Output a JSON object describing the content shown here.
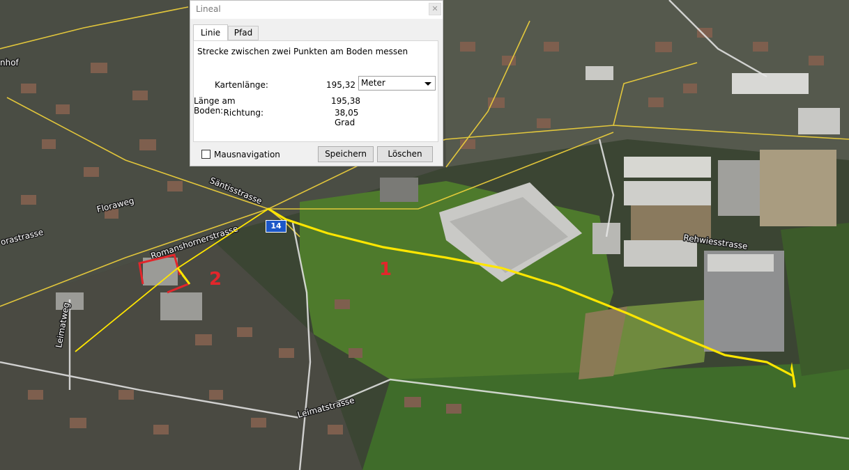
{
  "map": {
    "road_labels": [
      "nhof",
      "Säntisstrasse",
      "Floraweg",
      "orastrasse",
      "Romanshornerstrasse",
      "Leimatweg",
      "Leimatstrasse",
      "Rehwiesstrasse"
    ],
    "route_shield": "14",
    "annotations": [
      "1",
      "2"
    ],
    "colors": {
      "measure_line": "#ffe600",
      "annotation": "#e3262b",
      "route_shield": "#1c57c8"
    }
  },
  "dialog": {
    "title": "Lineal",
    "close_icon": "close-icon",
    "tabs": [
      {
        "label": "Linie",
        "active": true
      },
      {
        "label": "Pfad",
        "active": false
      }
    ],
    "description": "Strecke zwischen zwei Punkten am Boden messen",
    "map_length_label": "Kartenlänge:",
    "map_length_value": "195,32",
    "unit": "Meter",
    "ground_length_label": "Länge am Boden:",
    "ground_length_value": "195,38",
    "heading_label": "Richtung:",
    "heading_value": "38,05 Grad",
    "mouse_nav_label": "Mausnavigation",
    "mouse_nav_checked": false,
    "save_label": "Speichern",
    "clear_label": "Löschen"
  }
}
